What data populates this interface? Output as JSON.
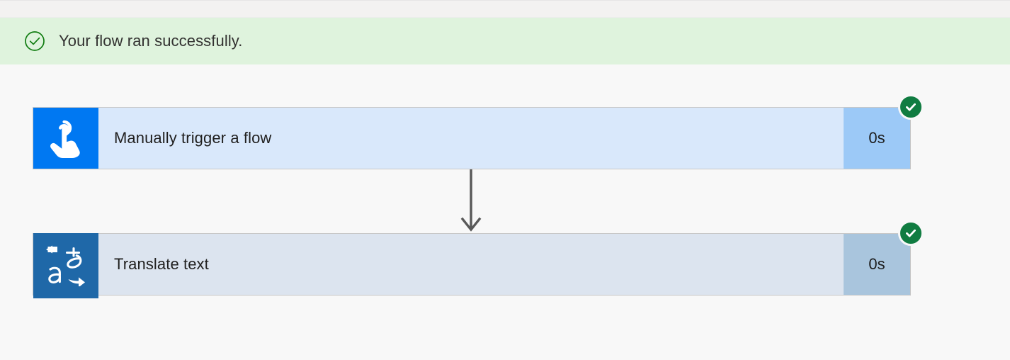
{
  "banner": {
    "icon": "check-circle-outline-icon",
    "message": "Your flow ran successfully.",
    "background_color": "#dff3dd",
    "icon_color": "#107c10"
  },
  "flow": {
    "connector": {
      "icon": "down-arrow-icon",
      "color": "#595959"
    },
    "steps": [
      {
        "name": "manually-trigger-a-flow",
        "title": "Manually trigger a flow",
        "icon": "tap-hand-icon",
        "icon_tile_color": "#0078f2",
        "body_color": "#d9e8fb",
        "duration": "0s",
        "duration_cell_color": "#9cc9f7",
        "status": "succeeded",
        "status_icon": "check-circle-filled-icon",
        "status_color": "#107c41"
      },
      {
        "name": "translate-text",
        "title": "Translate text",
        "icon": "translate-icon",
        "icon_tile_color": "#1f68a8",
        "body_color": "#dce4ef",
        "duration": "0s",
        "duration_cell_color": "#a9c5dd",
        "status": "succeeded",
        "status_icon": "check-circle-filled-icon",
        "status_color": "#107c41"
      }
    ]
  }
}
